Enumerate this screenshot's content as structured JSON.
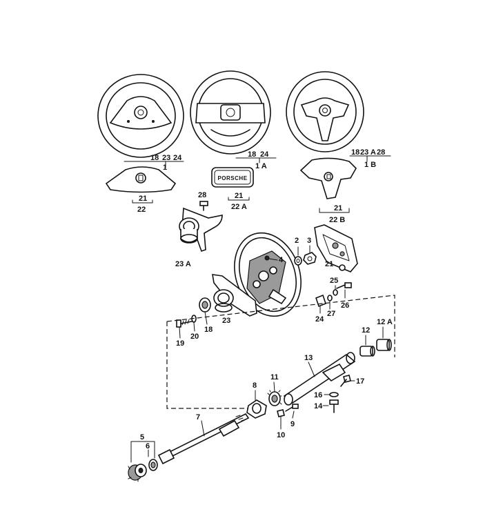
{
  "emblem_text": "PORSCHE",
  "callouts": {
    "c18a": "18",
    "c23a": "23",
    "c24a": "24",
    "c1": "1",
    "c18b": "18",
    "c24b": "24",
    "c1A": "1 A",
    "c18c": "18",
    "c23Ac": "23 A",
    "c28c": "28",
    "c1B": "1 B",
    "c21a": "21",
    "c22": "22",
    "c21b": "21",
    "c22A": "22 A",
    "c21c": "21",
    "c22B": "22 B",
    "c28": "28",
    "c23A": "23 A",
    "c2": "2",
    "c3": "3",
    "c4": "4",
    "c21d": "21",
    "c25": "25",
    "c26": "26",
    "c24d": "24",
    "c27": "27",
    "c19": "19",
    "c20": "20",
    "c18d": "18",
    "c23": "23",
    "c12": "12",
    "c12A": "12 A",
    "c13": "13",
    "c17": "17",
    "c16": "16",
    "c14": "14",
    "c8": "8",
    "c11": "11",
    "c9": "9",
    "c10": "10",
    "c7": "7",
    "c5": "5",
    "c6": "6"
  }
}
